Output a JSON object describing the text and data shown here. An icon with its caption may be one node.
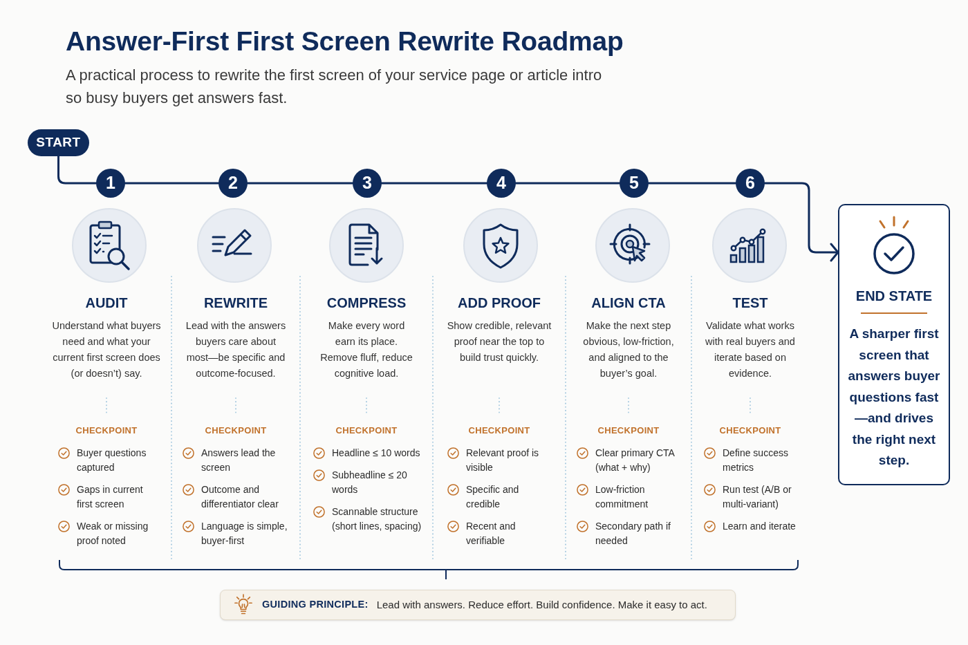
{
  "diagram": {
    "title": "Answer-First First Screen Rewrite Roadmap",
    "nodes": [
      {
        "text": [
          "START"
        ]
      },
      {
        "text": [
          "1"
        ],
        "beside": [
          "AUDIT",
          "Understand what buyers need and what your current first screen does (or doesn’t) say.",
          "CHECKPOINT",
          "Buyer questions captured",
          "Gaps in current first screen",
          "Weak or missing proof noted"
        ]
      },
      {
        "text": [
          "2"
        ],
        "beside": [
          "REWRITE",
          "Lead with the answers buyers care about most—be specific and outcome-focused.",
          "CHECKPOINT",
          "Answers lead the screen",
          "Outcome and differentiator clear",
          "Language is simple, buyer-first"
        ]
      },
      {
        "text": [
          "3"
        ],
        "beside": [
          "COMPRESS",
          "Make every word earn its place. Remove fluff, reduce cognitive load.",
          "CHECKPOINT",
          "Headline ≤ 10 words",
          "Subheadline ≤ 20 words",
          "Scannable structure (short lines, spacing)"
        ]
      },
      {
        "text": [
          "4"
        ],
        "beside": [
          "ADD PROOF",
          "Show credible, relevant proof near the top to build trust quickly.",
          "CHECKPOINT",
          "Relevant proof is visible",
          "Specific and credible",
          "Recent and verifiable"
        ]
      },
      {
        "text": [
          "5"
        ],
        "beside": [
          "ALIGN CTA",
          "Make the next step obvious, low-friction, and aligned to the buyer’s goal.",
          "CHECKPOINT",
          "Clear primary CTA (what + why)",
          "Low-friction commitment",
          "Secondary path if needed"
        ]
      },
      {
        "text": [
          "6"
        ],
        "beside": [
          "TEST",
          "Validate what works with real buyers and iterate based on evidence.",
          "CHECKPOINT",
          "Define success metrics",
          "Run test (A/B or multi-variant)",
          "Learn and iterate"
        ]
      },
      {
        "text": [
          "END STATE",
          "A sharper first screen that answers buyer questions fast—and drives the right next step."
        ]
      },
      {
        "text": [
          "GUIDING PRINCIPLE:",
          "Lead with answers. Reduce effort. Build confidence. Make it easy to act."
        ]
      }
    ],
    "edges": [
      {
        "from": 0,
        "to": 1,
        "arrow": "none"
      },
      {
        "from": 1,
        "to": 2,
        "arrow": "none"
      },
      {
        "from": 2,
        "to": 3,
        "arrow": "none"
      },
      {
        "from": 3,
        "to": 4,
        "arrow": "none"
      },
      {
        "from": 4,
        "to": 5,
        "arrow": "none"
      },
      {
        "from": 5,
        "to": 6,
        "arrow": "none"
      },
      {
        "from": 6,
        "to": 7,
        "arrow": "to"
      }
    ],
    "labels": [
      "A practical process to rewrite the first screen of your service page or article intro so busy buyers get answers fast."
    ]
  }
}
